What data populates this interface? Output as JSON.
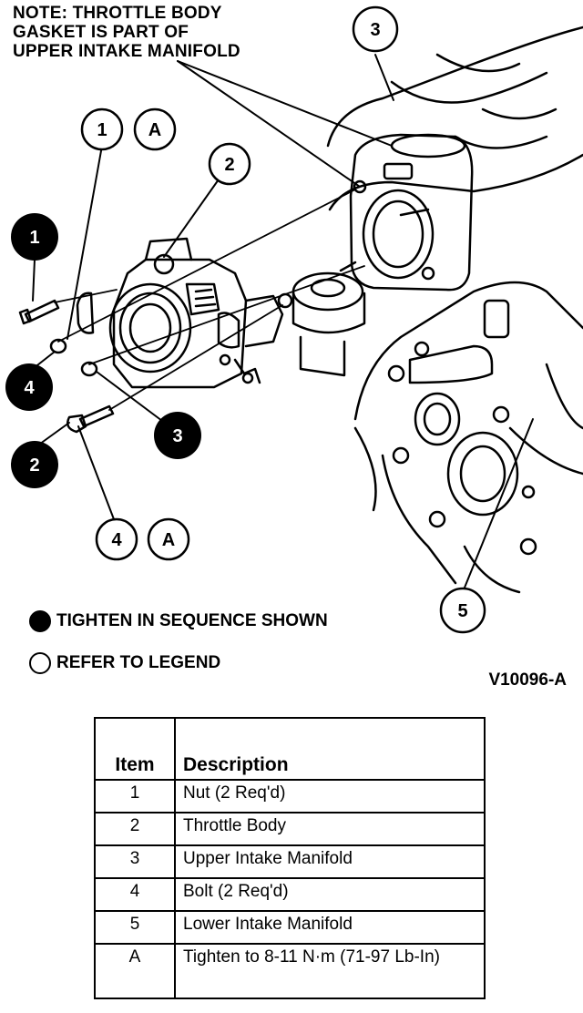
{
  "note": {
    "lines": [
      "NOTE: THROTTLE BODY",
      "GASKET IS PART OF",
      "UPPER INTAKE MANIFOLD"
    ]
  },
  "callouts": {
    "c1": "1",
    "cA1": "A",
    "c2": "2",
    "c3": "3",
    "s1": "1",
    "s4": "4",
    "s3": "3",
    "s2": "2",
    "c4": "4",
    "cA2": "A",
    "c5": "5"
  },
  "legend": {
    "sequence_text": "TIGHTEN IN SEQUENCE SHOWN",
    "refer_text": "REFER TO LEGEND"
  },
  "figure_id": "V10096-A",
  "table": {
    "headers": {
      "item": "Item",
      "description": "Description"
    },
    "rows": [
      {
        "item": "1",
        "description": "Nut (2 Req'd)"
      },
      {
        "item": "2",
        "description": "Throttle Body"
      },
      {
        "item": "3",
        "description": "Upper Intake Manifold"
      },
      {
        "item": "4",
        "description": "Bolt (2 Req'd)"
      },
      {
        "item": "5",
        "description": "Lower Intake Manifold"
      },
      {
        "item": "A",
        "description": "Tighten to 8-11 N·m (71-97 Lb-In)"
      }
    ]
  }
}
